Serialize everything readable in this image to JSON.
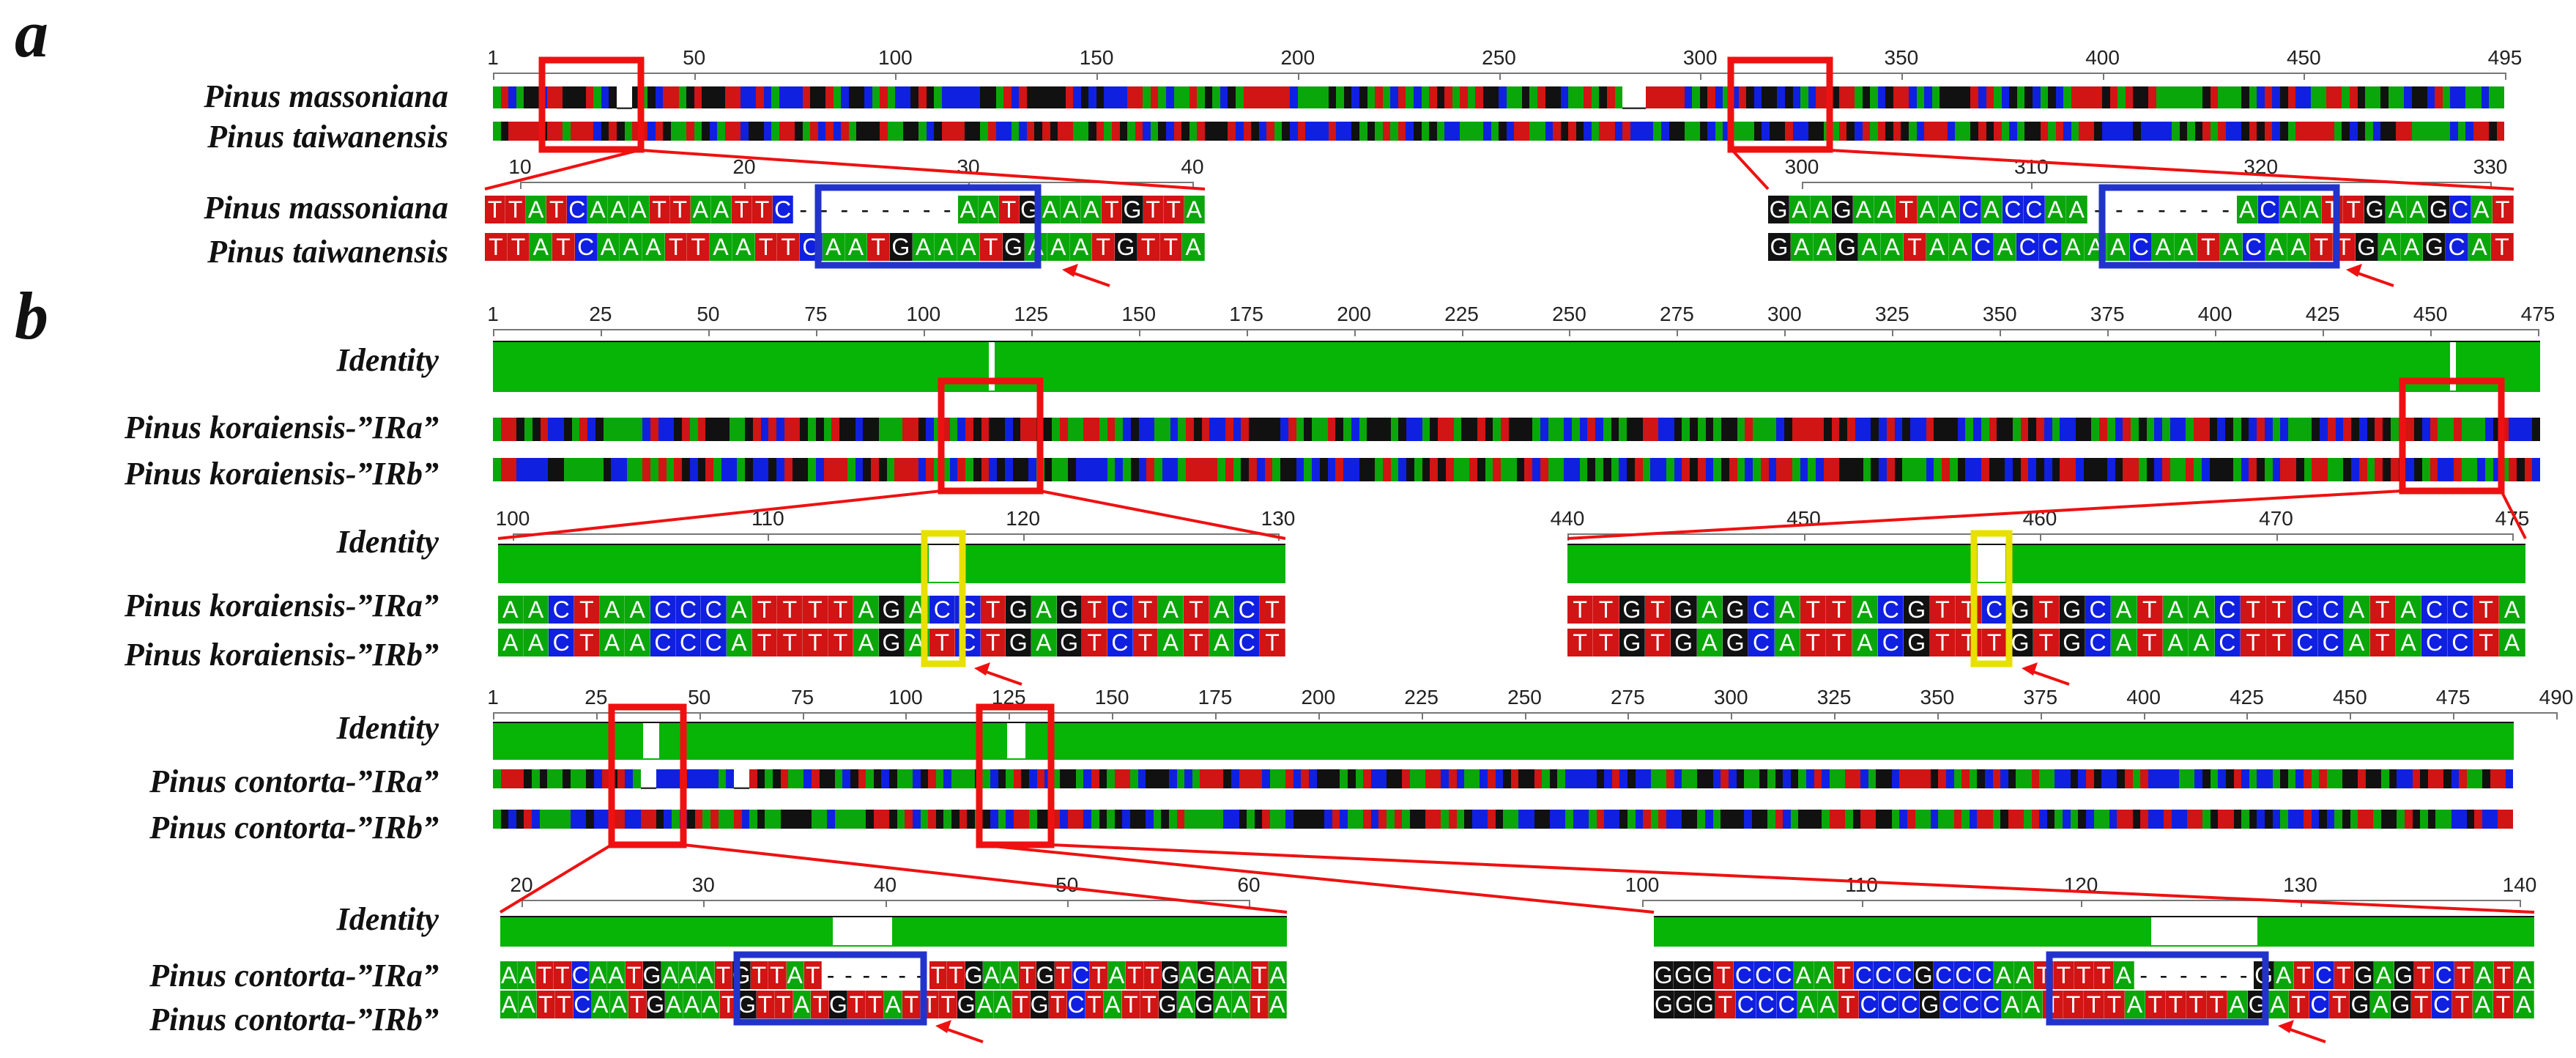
{
  "panels": {
    "a": "a",
    "b": "b"
  },
  "colors": {
    "A": "#0aa70a",
    "C": "#1020e0",
    "G": "#111111",
    "T": "#d11414",
    "identity": "#06b506",
    "highlight_red": "#ee1111",
    "highlight_blue": "#2233cc",
    "highlight_yellow": "#e8e000",
    "gap_line": "#3344ee"
  },
  "panel_a": {
    "labels": [
      "Pinus massoniana",
      "Pinus taiwanensis"
    ],
    "ruler_ticks": [
      "1",
      "50",
      "100",
      "150",
      "200",
      "250",
      "300",
      "350",
      "400",
      "450",
      "495"
    ],
    "zoom1": {
      "ticks": [
        "10",
        "20",
        "30",
        "40"
      ],
      "labels": [
        "Pinus massoniana",
        "Pinus taiwanensis"
      ],
      "seq1": "TTATCAAATTAATTC--------AATGAAATGTTA",
      "seq2": "TTATCAAATTAATTCAATGAAATGAAATGTTA"
    },
    "zoom2": {
      "ticks": [
        "300",
        "310",
        "320",
        "330"
      ],
      "seq1": "GAAGAATAACACCAA-------ACAATTGAAGCAT",
      "seq2": "GAAGAATAACACCAAACAATACAATTGAAGCAT"
    }
  },
  "panel_b": {
    "koraiensis": {
      "labels": [
        "Identity",
        "Pinus koraiensis-”IRa”",
        "Pinus koraiensis-”IRb”"
      ],
      "ruler_ticks": [
        "1",
        "25",
        "50",
        "75",
        "100",
        "125",
        "150",
        "175",
        "200",
        "225",
        "250",
        "275",
        "300",
        "325",
        "350",
        "375",
        "400",
        "425",
        "450",
        "475"
      ],
      "zoom1": {
        "label": "Identity",
        "ticks": [
          "100",
          "110",
          "120",
          "130"
        ],
        "seq1": "AACTAACCCATTTTAGACCTGAGTCTATACT",
        "seq2": "AACTAACCCATTTTAGATCTGAGTCTATACT"
      },
      "zoom2": {
        "ticks": [
          "440",
          "450",
          "460",
          "470",
          "475"
        ],
        "seq1": "TTGTGAGCATTACGTTCGTGCATAACTTCCATACCTA",
        "seq2": "TTGTGAGCATTACGTTTGTGCATAACTTCCATACCTA"
      }
    },
    "contorta": {
      "labels": [
        "Identity",
        "Pinus contorta-”IRa”",
        "Pinus contorta-”IRb”"
      ],
      "ruler_ticks": [
        "1",
        "25",
        "50",
        "75",
        "100",
        "125",
        "150",
        "175",
        "200",
        "225",
        "250",
        "275",
        "300",
        "325",
        "350",
        "375",
        "400",
        "425",
        "450",
        "475",
        "490"
      ],
      "zoom1": {
        "label": "Identity",
        "labels": [
          "Pinus contorta-”IRa”",
          "Pinus contorta-”IRb”"
        ],
        "ticks": [
          "20",
          "30",
          "40",
          "50",
          "60"
        ],
        "seq1": "AATTCAATGAAATGTTAT------TTGAATGTCTATTGAGAATA",
        "seq2": "AATTCAATGAAATGTTATGTTATTTGAATGTCTATTGAGAATA"
      },
      "zoom2": {
        "ticks": [
          "100",
          "110",
          "120",
          "130",
          "140"
        ],
        "seq1": "GGGTCCCAATCCCGCCCAATTTTA------GATCTGAGTCTATA",
        "seq2": "GGGTCCCAATCCCGCCCAATTTTATTTTAGATCTGAGTCTATA"
      }
    }
  }
}
